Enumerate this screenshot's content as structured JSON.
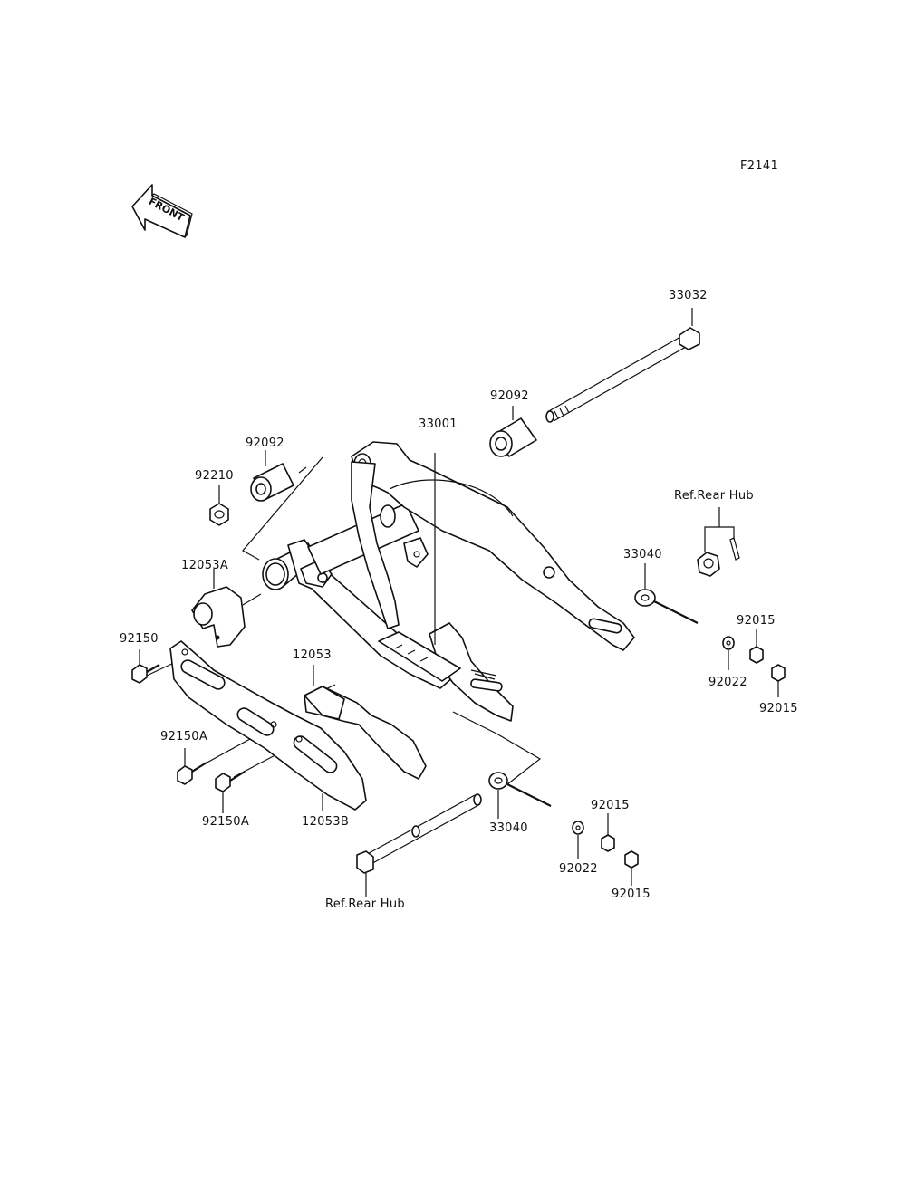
{
  "diagram": {
    "figure_code": "F2141",
    "front_indicator": "FRONT",
    "labels": {
      "p33032": "33032",
      "p92092_right": "92092",
      "p33001": "33001",
      "p92092_left": "92092",
      "p92210": "92210",
      "ref_rear_hub_top": "Ref.Rear Hub",
      "p12053A": "12053A",
      "p33040_right": "33040",
      "p92015_a": "92015",
      "p92150": "92150",
      "p12053": "12053",
      "p92022_right": "92022",
      "p92015_b": "92015",
      "p92150A_top": "92150A",
      "p92015_c": "92015",
      "p92150A_bottom": "92150A",
      "p12053B": "12053B",
      "p33040_bottom": "33040",
      "p92022_bottom": "92022",
      "p92015_d": "92015",
      "ref_rear_hub_bottom": "Ref.Rear Hub"
    }
  }
}
